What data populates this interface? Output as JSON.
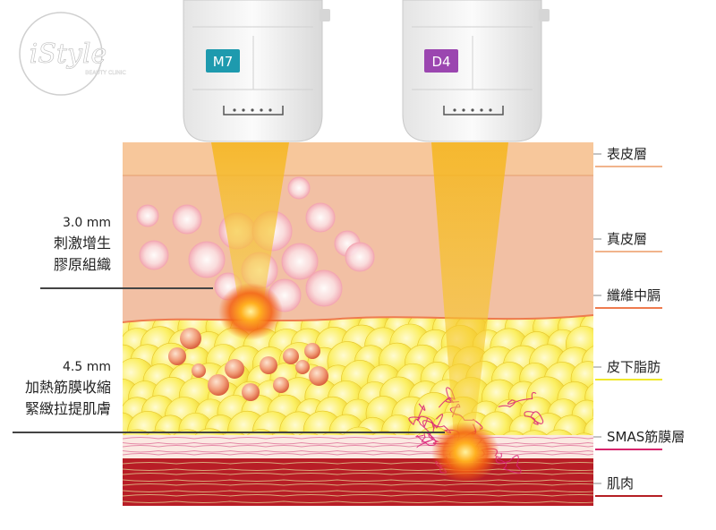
{
  "logo": {
    "brand": "iStyle",
    "subtitle": "BEAUTY CLINIC"
  },
  "transducers": [
    {
      "label": "M7",
      "color": "#1e9aae"
    },
    {
      "label": "D4",
      "color": "#9b46b0"
    }
  ],
  "left_labels": {
    "depth1": {
      "depth": "3.0 mm",
      "line1": "刺激增生",
      "line2": "膠原組織"
    },
    "depth2": {
      "depth": "4.5 mm",
      "line1": "加熱筋膜收縮",
      "line2": "緊緻拉提肌膚"
    }
  },
  "layers": [
    {
      "name": "表皮層",
      "underline": "#f1b48c"
    },
    {
      "name": "真皮層",
      "underline": "#f1b48c"
    },
    {
      "name": "纖維中膈",
      "underline": "#ee7b4e"
    },
    {
      "name": "皮下脂肪",
      "underline": "#f1e82a"
    },
    {
      "name": "SMAS筋膜層",
      "underline": "#d7246c"
    },
    {
      "name": "肌肉",
      "underline": "#b51f24"
    }
  ],
  "colors": {
    "epidermis": "#f7c79b",
    "dermis": "#f2c0a4",
    "fat": "#f6e84a",
    "muscle": "#b81d26",
    "beam": "#f6c21a",
    "hotspot": "#f25a12"
  }
}
